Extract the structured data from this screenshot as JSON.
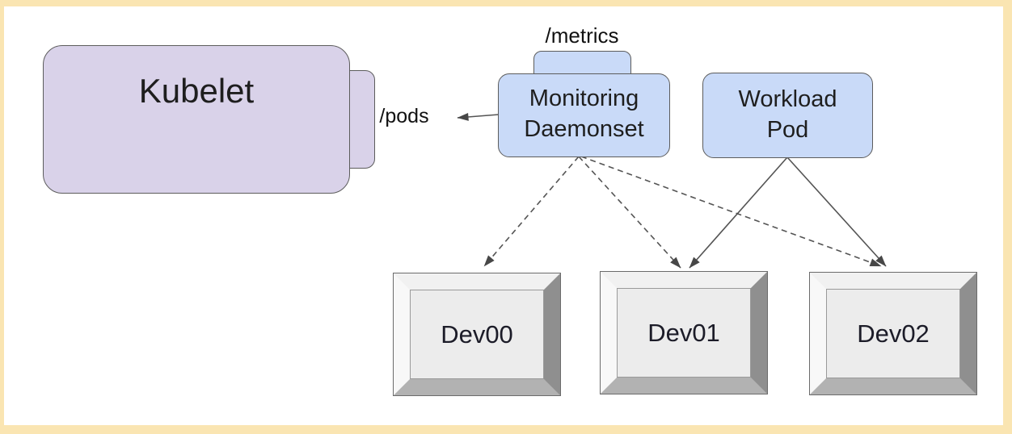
{
  "diagram": {
    "description": "Kubernetes node monitoring diagram: a Monitoring Daemonset scrapes the Kubelet /pods endpoint and exposes /metrics; dashed lines connect the daemonset to devices Dev00-Dev02, solid lines connect the Workload Pod to Dev01 and Dev02.",
    "colors": {
      "frame_background": "#FAE5B2",
      "canvas_background": "#FFFFFF",
      "kubelet_fill": "#D9D2E9",
      "pod_fill": "#C9DAF8",
      "node_border": "#5C5C5C",
      "device_face": "#ECECEC",
      "connector": "#545454",
      "text": "#1E1E1E"
    },
    "nodes": {
      "kubelet": {
        "label": "Kubelet"
      },
      "monitoring": {
        "line1": "Monitoring",
        "line2": "Daemonset"
      },
      "workload": {
        "line1": "Workload",
        "line2": "Pod"
      },
      "devices": [
        {
          "label": "Dev00"
        },
        {
          "label": "Dev01"
        },
        {
          "label": "Dev02"
        }
      ]
    },
    "endpoints": {
      "pods": "/pods",
      "metrics": "/metrics"
    },
    "edges": [
      {
        "from": "Monitoring Daemonset",
        "to": "Kubelet /pods endpoint",
        "style": "solid",
        "direction": "left-arrow"
      },
      {
        "from": "Monitoring Daemonset",
        "to": "Dev00",
        "style": "dashed",
        "direction": "arrow"
      },
      {
        "from": "Monitoring Daemonset",
        "to": "Dev01",
        "style": "dashed",
        "direction": "arrow"
      },
      {
        "from": "Monitoring Daemonset",
        "to": "Dev02",
        "style": "dashed",
        "direction": "arrow"
      },
      {
        "from": "Workload Pod",
        "to": "Dev01",
        "style": "solid",
        "direction": "arrow"
      },
      {
        "from": "Workload Pod",
        "to": "Dev02",
        "style": "solid",
        "direction": "arrow"
      }
    ]
  }
}
